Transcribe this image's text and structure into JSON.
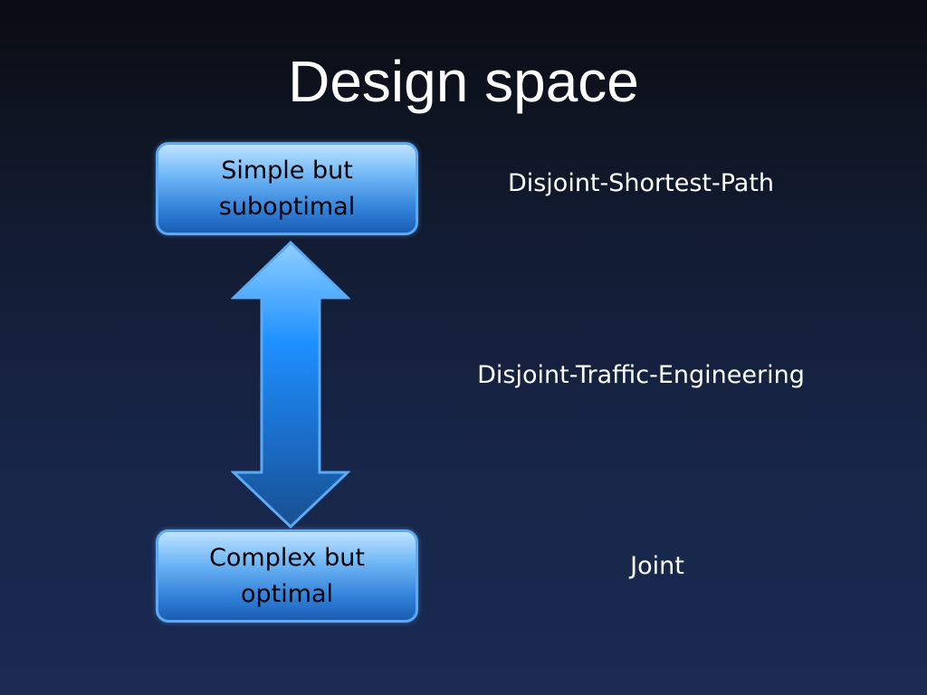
{
  "slide": {
    "title": "Design space"
  },
  "spectrum": {
    "top_box": "Simple but suboptimal",
    "bottom_box": "Complex but optimal"
  },
  "approaches": [
    "Disjoint-Shortest-Path",
    "Disjoint-Traffic-Engineering",
    "Joint"
  ],
  "icons": {
    "arrow": "double-headed-vertical-arrow-icon"
  },
  "colors": {
    "background_top": "#0a0c12",
    "background_bottom": "#1a2a52",
    "box_border": "#5aaaf8",
    "box_fill_light": "#bfe3ff",
    "box_fill_dark": "#1c5db3",
    "arrow_light": "#8fd0ff",
    "arrow_mid": "#1e90ff",
    "arrow_dark": "#17508f",
    "text": "#ffffff"
  }
}
